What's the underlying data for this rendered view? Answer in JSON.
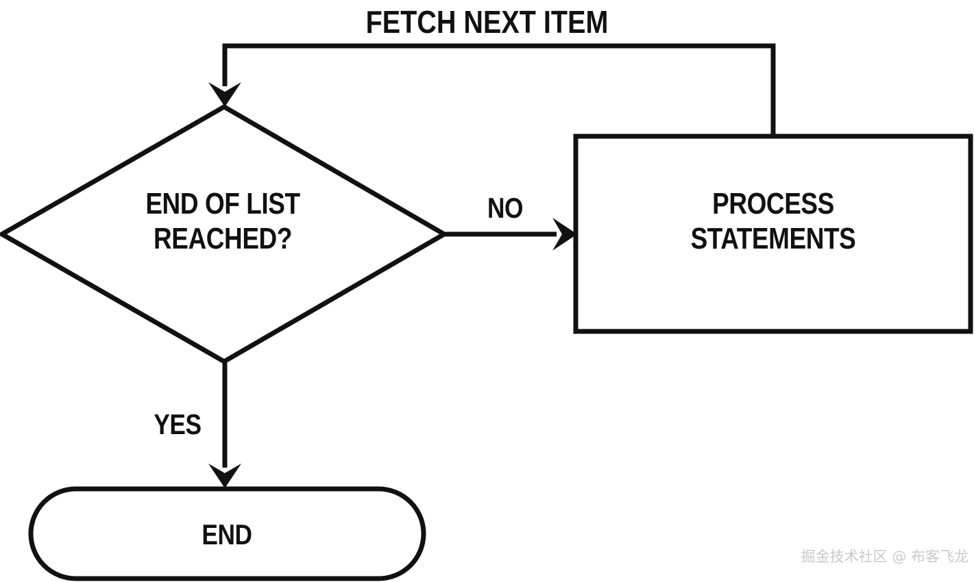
{
  "diagram": {
    "title": "FETCH NEXT ITEM",
    "type": "flowchart",
    "background_color": "#ffffff",
    "stroke_color": "#111111",
    "text_color": "#111111",
    "nodes": [
      {
        "id": "decision",
        "shape": "diamond",
        "label": "END OF LIST\nREACHED?"
      },
      {
        "id": "process",
        "shape": "rectangle",
        "label": "PROCESS\nSTATEMENTS"
      },
      {
        "id": "end",
        "shape": "stadium",
        "label": "END"
      }
    ],
    "edges": [
      {
        "id": "decision-to-process",
        "from": "decision",
        "to": "process",
        "label": "NO"
      },
      {
        "id": "decision-to-end",
        "from": "decision",
        "to": "end",
        "label": "YES"
      },
      {
        "id": "process-to-decision",
        "from": "process",
        "to": "decision",
        "label": "FETCH NEXT ITEM"
      }
    ]
  },
  "watermark": {
    "text": "掘金技术社区 @ 布客飞龙",
    "color": "#c9c9c9"
  }
}
